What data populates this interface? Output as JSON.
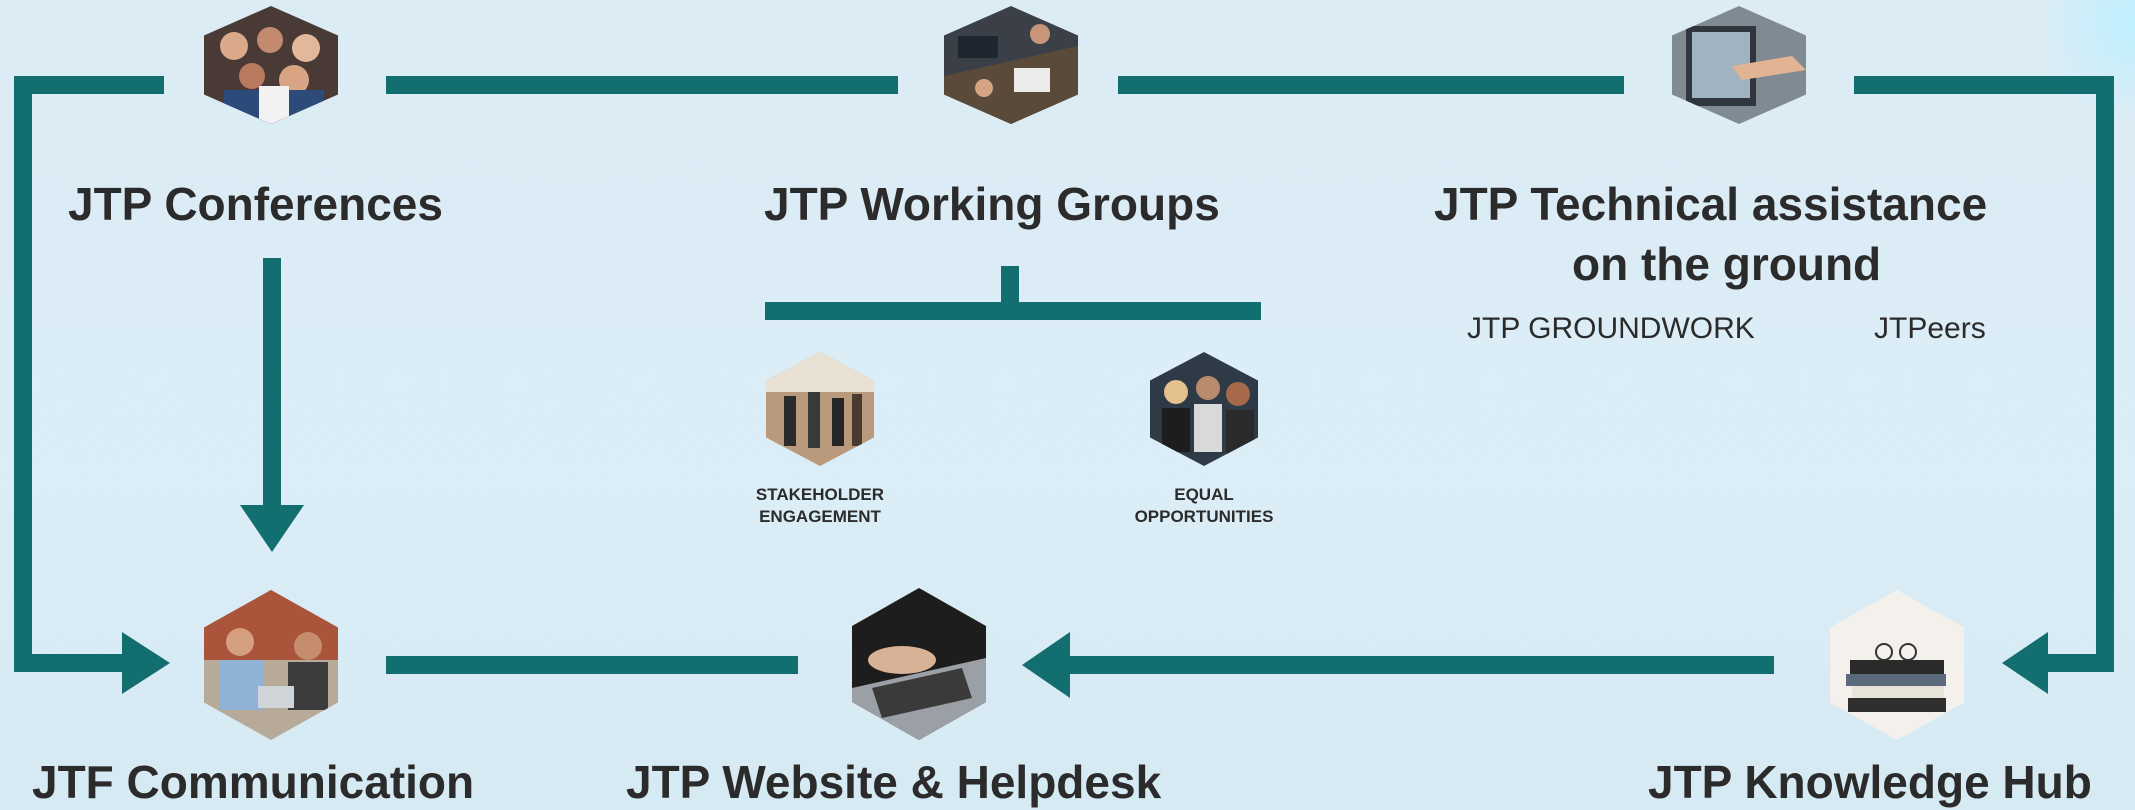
{
  "colors": {
    "connector": "#136f6f",
    "text": "#2b2b2b",
    "background": "#dcecf5"
  },
  "nodes": {
    "conferences": {
      "label": "JTP Conferences",
      "image": "conference-crowd-photo"
    },
    "working_groups": {
      "label": "JTP Working Groups",
      "image": "meeting-table-photo"
    },
    "technical_assistance": {
      "label_line1": "JTP Technical assistance",
      "label_line2": "on the ground",
      "sub_items": [
        "JTP GROUNDWORK",
        "JTPeers"
      ],
      "image": "laptop-pointing-photo"
    },
    "communication": {
      "label": "JTF Communication",
      "image": "high-five-office-photo"
    },
    "website": {
      "label": "JTP Website & Helpdesk",
      "image": "typing-laptop-photo"
    },
    "knowledge_hub": {
      "label": "JTP Knowledge Hub",
      "image": "books-glasses-photo"
    }
  },
  "sub_groups": [
    {
      "line1": "STAKEHOLDER",
      "line2": "ENGAGEMENT",
      "image": "networking-event-photo"
    },
    {
      "line1": "EQUAL",
      "line2": "OPPORTUNITIES",
      "image": "panel-women-photo"
    }
  ]
}
